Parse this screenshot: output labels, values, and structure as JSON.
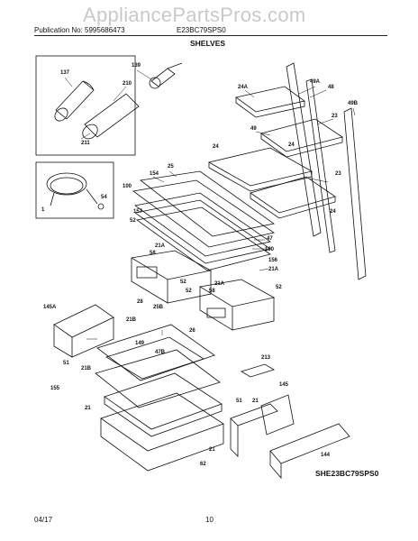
{
  "header": {
    "watermark": "AppliancePartsPros.com",
    "publication": "Publication No: 5995686473",
    "model": "E23BC79SPS0",
    "section_title": "SHELVES"
  },
  "diagram": {
    "id_text": "SHE23BC79SPS0",
    "part_labels": [
      "137",
      "139",
      "210",
      "211",
      "1",
      "54",
      "100",
      "154",
      "25",
      "157",
      "52",
      "21A",
      "58",
      "47",
      "100",
      "156",
      "28",
      "21A",
      "52",
      "52",
      "21A",
      "58",
      "26",
      "52",
      "24A",
      "49A",
      "48",
      "49",
      "23",
      "24",
      "23",
      "49B",
      "24",
      "24",
      "145A",
      "21B",
      "25B",
      "149",
      "47B",
      "51",
      "21B",
      "155",
      "21",
      "213",
      "51",
      "21",
      "145",
      "62",
      "21",
      "144"
    ]
  },
  "footer": {
    "date": "04/17",
    "page": "10"
  }
}
